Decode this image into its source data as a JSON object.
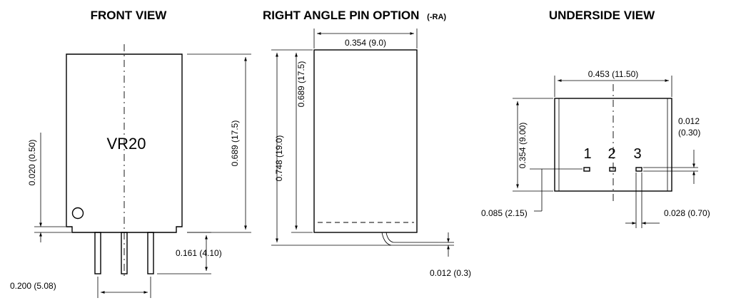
{
  "views": {
    "front": {
      "title": "FRONT VIEW",
      "part_label": "VR20",
      "dims": {
        "body_height": "0.689 (17.5)",
        "standoff": "0.020 (0.50)",
        "pin_length": "0.161 (4.10)",
        "pin_pitch": "0.200 (5.08)"
      }
    },
    "right_angle": {
      "title": "RIGHT ANGLE PIN OPTION",
      "title_suffix": "(-RA)",
      "dims": {
        "width": "0.354 (9.0)",
        "body_height": "0.689 (17.5)",
        "total_height": "0.748 (19.0)",
        "pin_thickness": "0.012 (0.3)"
      }
    },
    "underside": {
      "title": "UNDERSIDE VIEW",
      "pins": [
        "1",
        "2",
        "3"
      ],
      "dims": {
        "width": "0.453 (11.50)",
        "depth": "0.354 (9.00)",
        "pin_thickness": "0.012",
        "pin_thickness_mm": "(0.30)",
        "pin_offset": "0.085 (2.15)",
        "pin_width": "0.028 (0.70)"
      }
    }
  }
}
